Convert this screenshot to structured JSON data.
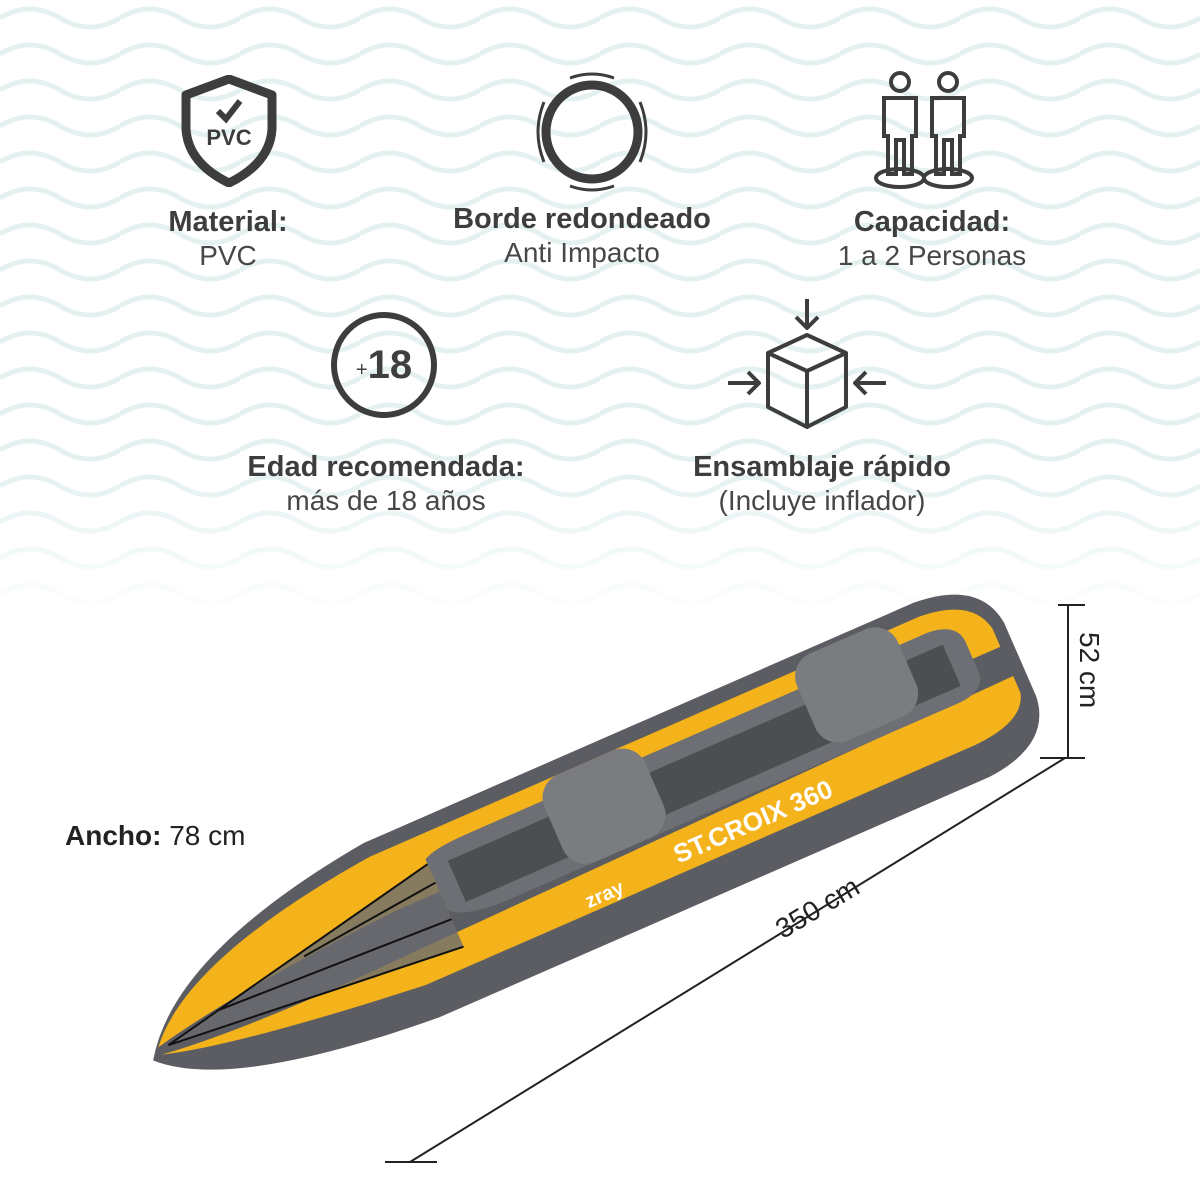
{
  "features": [
    {
      "icon": "pvc-shield-icon",
      "title": "Material:",
      "subtitle": "PVC",
      "badge": "PVC"
    },
    {
      "icon": "rounded-edge-icon",
      "title": "Borde redondeado",
      "subtitle": "Anti Impacto"
    },
    {
      "icon": "two-people-icon",
      "title": "Capacidad:",
      "subtitle": "1 a 2 Personas"
    },
    {
      "icon": "age-18-icon",
      "title": "Edad recomendada:",
      "subtitle": "más de 18 años",
      "badge_plus": "+",
      "badge_num": "18"
    },
    {
      "icon": "compressed-box-icon",
      "title": "Ensamblaje rápido",
      "subtitle": "(Incluye inflador)"
    }
  ],
  "dimensions": {
    "width_label": "Ancho:",
    "width_value": "78 cm",
    "length": "350 cm",
    "height": "52 cm"
  },
  "product": {
    "model": "ST.CROIX 360",
    "brand": "zray"
  },
  "colors": {
    "kayak_yellow": "#f4b21b",
    "kayak_gray": "#5b5d62",
    "text": "#3d3d3d"
  }
}
